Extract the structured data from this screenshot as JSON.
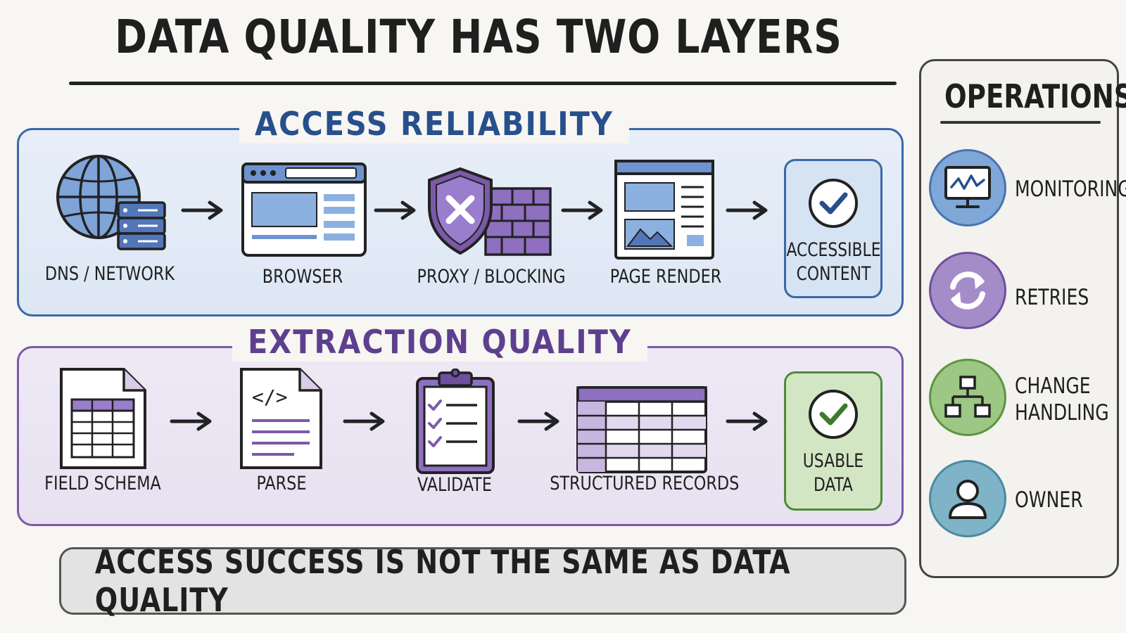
{
  "title": "DATA QUALITY HAS TWO LAYERS",
  "access": {
    "title": "ACCESS RELIABILITY",
    "steps": [
      {
        "label": "DNS / NETWORK",
        "icon": "globe-server-icon"
      },
      {
        "label": "BROWSER",
        "icon": "browser-window-icon"
      },
      {
        "label": "PROXY / BLOCKING",
        "icon": "shield-firewall-icon"
      },
      {
        "label": "PAGE RENDER",
        "icon": "page-render-icon"
      }
    ],
    "result": {
      "line1": "ACCESSIBLE",
      "line2": "CONTENT",
      "icon": "check-circle-icon"
    }
  },
  "extraction": {
    "title": "EXTRACTION QUALITY",
    "steps": [
      {
        "label": "FIELD SCHEMA",
        "icon": "schema-document-icon"
      },
      {
        "label": "PARSE",
        "icon": "code-document-icon"
      },
      {
        "label": "VALIDATE",
        "icon": "checklist-clipboard-icon"
      },
      {
        "label": "STRUCTURED RECORDS",
        "icon": "table-icon"
      }
    ],
    "result": {
      "line1": "USABLE",
      "line2": "DATA",
      "icon": "check-circle-icon"
    }
  },
  "footer": "ACCESS SUCCESS IS NOT THE SAME AS DATA QUALITY",
  "operations": {
    "title": "OPERATIONS",
    "items": [
      {
        "line1": "MONITORING",
        "line2": "",
        "icon": "monitor-icon"
      },
      {
        "line1": "RETRIES",
        "line2": "",
        "icon": "retry-icon"
      },
      {
        "line1": "CHANGE",
        "line2": "HANDLING",
        "icon": "hierarchy-icon"
      },
      {
        "line1": "OWNER",
        "line2": "",
        "icon": "person-icon"
      }
    ]
  },
  "colors": {
    "access": "#3b67a8",
    "extraction": "#7b5aa8",
    "usable": "#4f8a3a",
    "ops_blue": "#7fa7d8",
    "ops_purple": "#a48cc9",
    "ops_green": "#9cc784",
    "ops_teal": "#7fb3c7"
  }
}
